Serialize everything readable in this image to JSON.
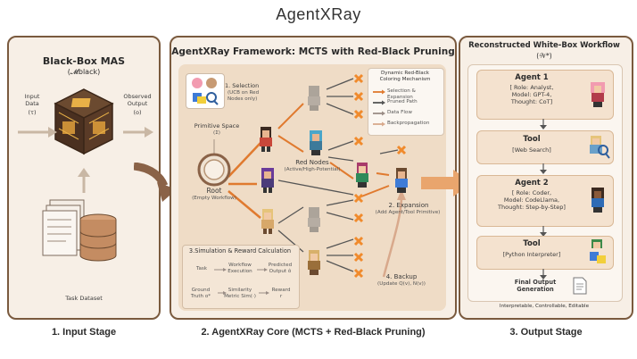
{
  "header": {
    "title": "AgentXRay"
  },
  "input_stage": {
    "title": "Black-Box MAS",
    "subtitle": "(𝓜black)",
    "input_label": "Input\nData",
    "input_symbol": "(τ)",
    "output_label": "Observed\nOutput",
    "output_symbol": "(o)",
    "dataset_label": "Task Dataset",
    "caption": "1. Input Stage"
  },
  "core": {
    "title": "AgentXRay Framework: MCTS with Red-Black Pruning",
    "selection": "1. Selection",
    "selection_note": "(UCB on Red\nNodes only)",
    "primitive_space": "Primitive Space",
    "primitive_symbol": "(Σ)",
    "root": "Root",
    "root_note": "(Empty Workflow)",
    "red_nodes": "Red Nodes",
    "red_nodes_note": "(Active/High-Potential)",
    "expansion": "2. Expansion",
    "expansion_note": "(Add Agent/Tool Primitive)",
    "backup": "4. Backup",
    "backup_note": "(Update Q(v), N(v))",
    "sim_title": "3.Simulation & Reward Calculation",
    "sim_task": "Task",
    "sim_workflow": "Workflow\nExecution",
    "sim_predicted": "Predicted\nOutput ô",
    "sim_ground": "Ground\nTruth o*",
    "sim_similarity": "Similarity\nMetric Sim(·)",
    "sim_reward": "Reward\nr",
    "legend_title": "Dynamic Red-Black\nColoring Mechanism",
    "legend_items": [
      {
        "label": "Selection & Expansion",
        "color": "#e07a2f"
      },
      {
        "label": "Pruned Path",
        "color": "#555555"
      },
      {
        "label": "Data Flow",
        "color": "#9a8d86"
      },
      {
        "label": "Backpropagation",
        "color": "#d8a98c"
      }
    ],
    "caption": "2. AgentXRay Core (MCTS + Red-Black Pruning)"
  },
  "output_stage": {
    "title": "Reconstructed White-Box Workflow",
    "subtitle": "(𝒲*)",
    "agent1_title": "Agent 1",
    "agent1_desc": "[ Role: Analyst,\nModel: GPT-4,\nThought: CoT]",
    "tool1_title": "Tool",
    "tool1_desc": "[Web Search]",
    "agent2_title": "Agent 2",
    "agent2_desc": "[ Role: Coder,\nModel: CodeLlama,\nThought: Step-by-Step]",
    "tool2_title": "Tool",
    "tool2_desc": "[Python Interpreter]",
    "final": "Final Output\nGeneration",
    "footer": "Interpretable, Controllable, Editable",
    "caption": "3. Output Stage"
  },
  "colors": {
    "panel_border": "#7a5a3e",
    "panel_bg": "#f7efe6",
    "core_bg": "#efdcc6",
    "accent_orange": "#e07a2f",
    "pruned_x": "#f08a2c",
    "agent_box": "#f4e2cf"
  },
  "icons": [
    "chip-cube-icon",
    "document-stack-icon",
    "database-icon",
    "pixel-agent-avatar-icon",
    "magnifier-icon",
    "python-logo-icon",
    "pruned-x-icon",
    "document-icon"
  ]
}
